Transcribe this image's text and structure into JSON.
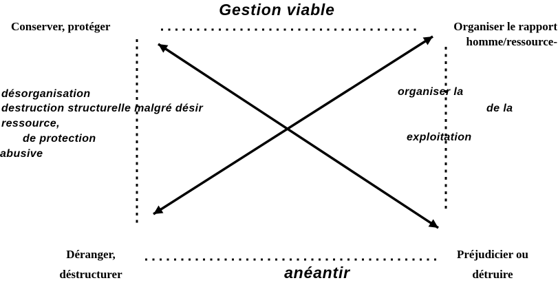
{
  "diagram": {
    "top_axis_label": "Gestion viable",
    "bottom_axis_label": "anéantir",
    "corner_top_left": "Conserver, protéger",
    "corner_top_right": {
      "line1": "Organiser le rapport",
      "line2": "homme/ressource-"
    },
    "corner_bottom_left": {
      "line1": "Déranger,",
      "line2": "déstructurer"
    },
    "corner_bottom_right": {
      "line1": "Préjudicier ou",
      "line2": "détruire"
    },
    "left_note": {
      "line1": "désorganisation",
      "line2": "destruction structurelle malgré désir",
      "line3": "ressource,",
      "line4": "de protection",
      "line5": "abusive"
    },
    "right_note": {
      "line1": "organiser la",
      "line2": "de la",
      "line3": "exploitation"
    },
    "colors": {
      "ink": "#000000",
      "background": "#ffffff"
    }
  }
}
